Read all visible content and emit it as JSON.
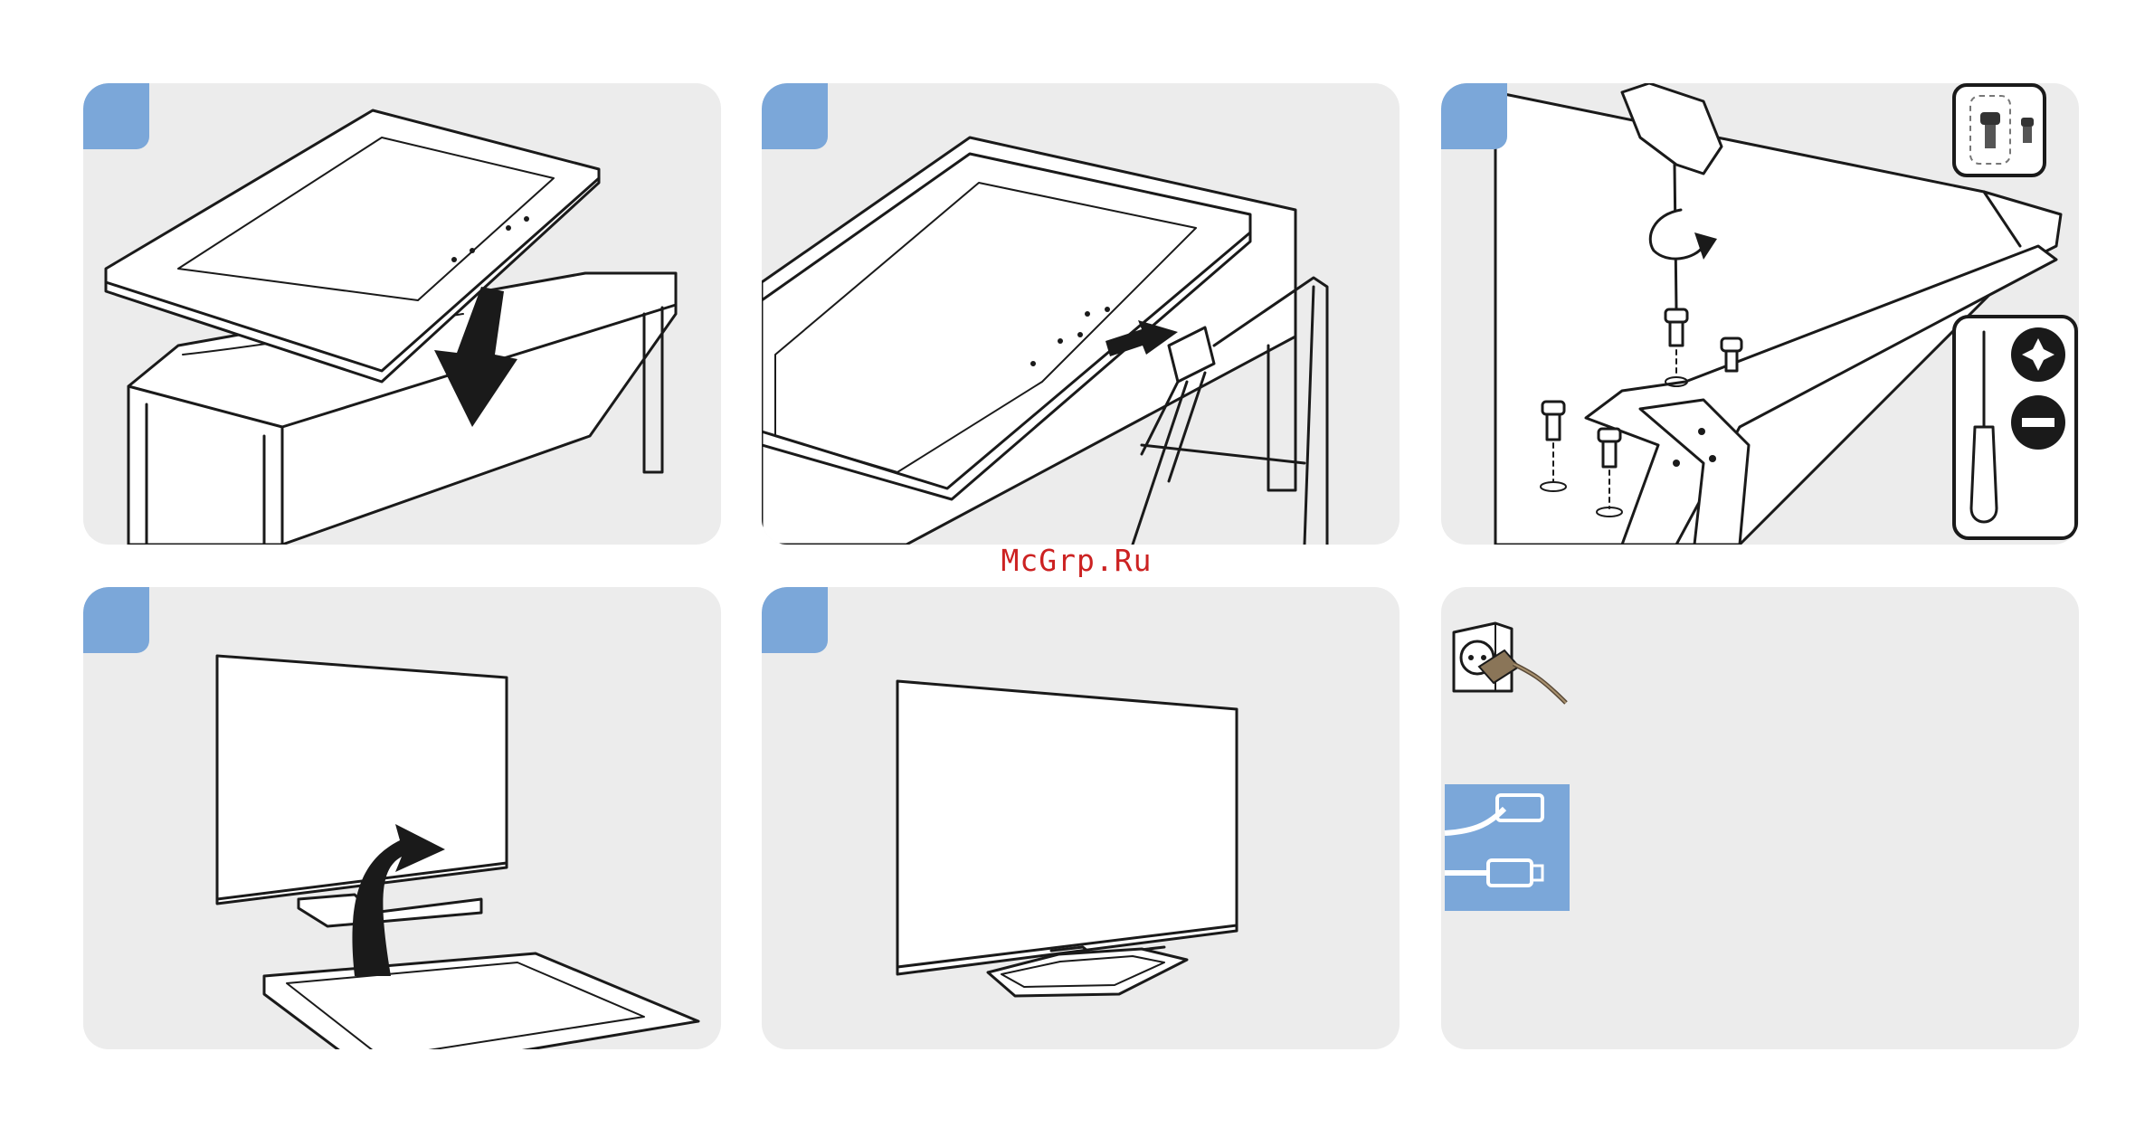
{
  "watermark": "McGrp.Ru",
  "colors": {
    "panel_bg": "#ececec",
    "step_badge": "#7ba7d9",
    "watermark": "#cc2222",
    "line": "#1a1a1a"
  },
  "panels": [
    {
      "id": "step-1",
      "badge": "",
      "illustration": "tv-placed-face-down-on-table"
    },
    {
      "id": "step-2",
      "badge": "",
      "illustration": "stand-inserted-into-tv-back"
    },
    {
      "id": "step-3",
      "badge": "",
      "illustration": "stand-fastened-with-screws"
    },
    {
      "id": "step-4",
      "badge": "",
      "illustration": "tv-lifted-upright"
    },
    {
      "id": "step-5",
      "badge": "",
      "illustration": "tv-on-stand"
    },
    {
      "id": "connections",
      "illustration": "power-plug-and-cable-connectors"
    }
  ],
  "icons": [
    "screw-icon",
    "phillips-screwdriver-icon",
    "power-socket-icon",
    "scart-hdmi-icon",
    "down-arrow-icon",
    "curved-arrow-icon"
  ]
}
